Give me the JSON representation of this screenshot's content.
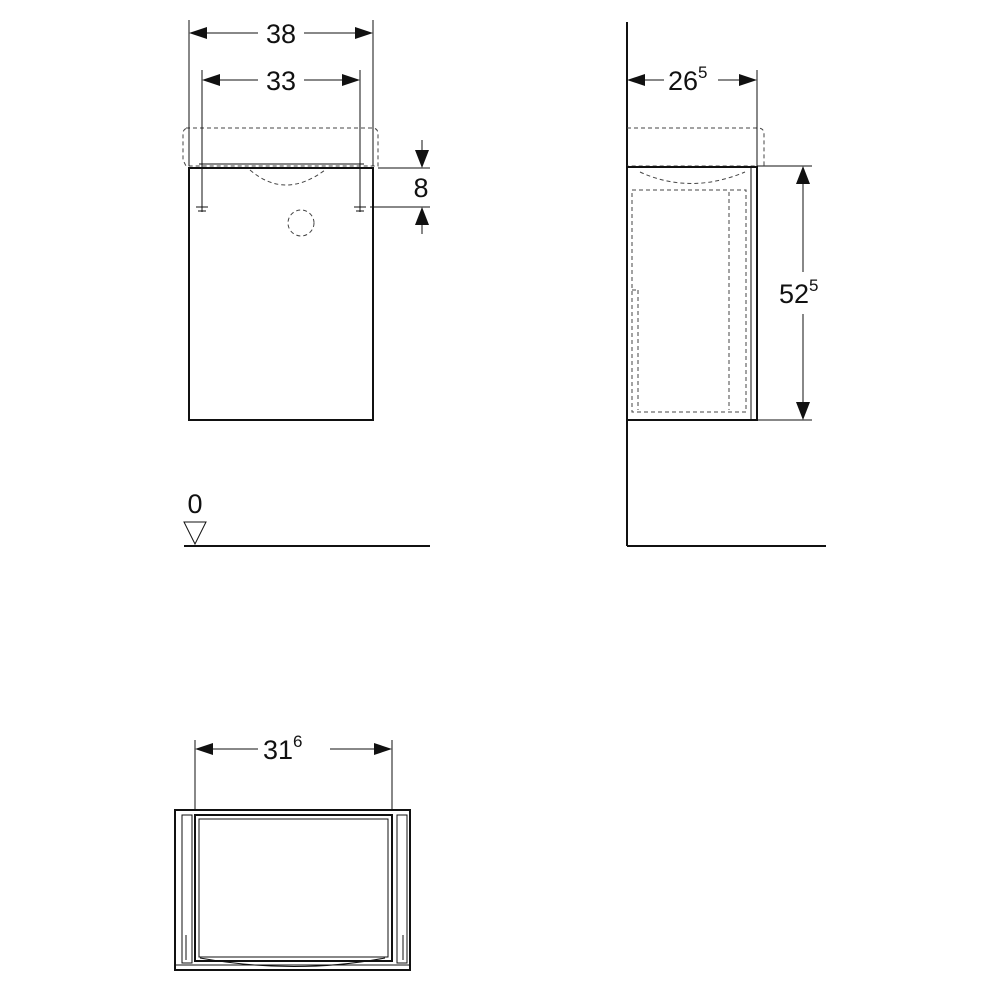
{
  "front_view": {
    "width_outer": "38",
    "width_inner": "33",
    "hole_offset": "8"
  },
  "floor": {
    "level_label": "0"
  },
  "side_view": {
    "depth_main": "26",
    "depth_sup": "5",
    "height_main": "52",
    "height_sup": "5"
  },
  "top_view": {
    "inner_width_main": "31",
    "inner_width_sup": "6"
  }
}
